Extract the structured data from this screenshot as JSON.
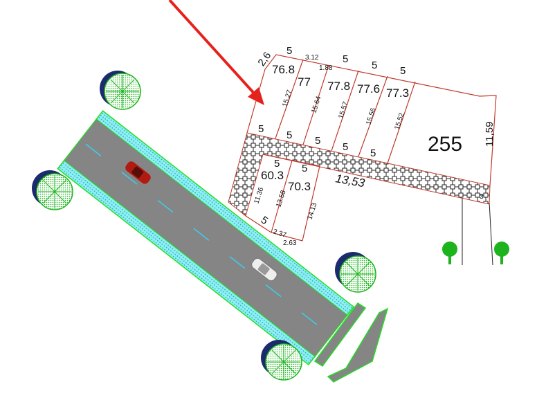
{
  "plots_top": [
    {
      "area": "76.8",
      "front": "5",
      "back": "5",
      "side": "15.27"
    },
    {
      "area": "77",
      "front": "3.12",
      "front2": "1.88",
      "back": "5",
      "side": "15.64"
    },
    {
      "area": "77.8",
      "front": "5",
      "back": "5",
      "side": "15.57"
    },
    {
      "area": "77.6",
      "front": "5",
      "back": "5",
      "side": "15.56"
    },
    {
      "area": "77.3",
      "front": "5",
      "back": "5",
      "side": "15.52"
    }
  ],
  "corner_edge": "2,6",
  "large_plot": {
    "area": "255",
    "side": "11,59"
  },
  "plots_bottom": [
    {
      "area": "60.3",
      "top": "5",
      "bottom": "5",
      "side": "11.36",
      "corner": "2.37"
    },
    {
      "area": "70.3",
      "top": "5",
      "side": "13.58",
      "side2": "14.13",
      "corner": "2.63"
    }
  ],
  "alley": {
    "length": "13,53",
    "width": "3"
  },
  "colors": {
    "boundary": "#c0392b",
    "road": "#808080",
    "sidewalk": "#5fe0e0",
    "edge": "#22dd22",
    "arrow": "#e8201c"
  }
}
